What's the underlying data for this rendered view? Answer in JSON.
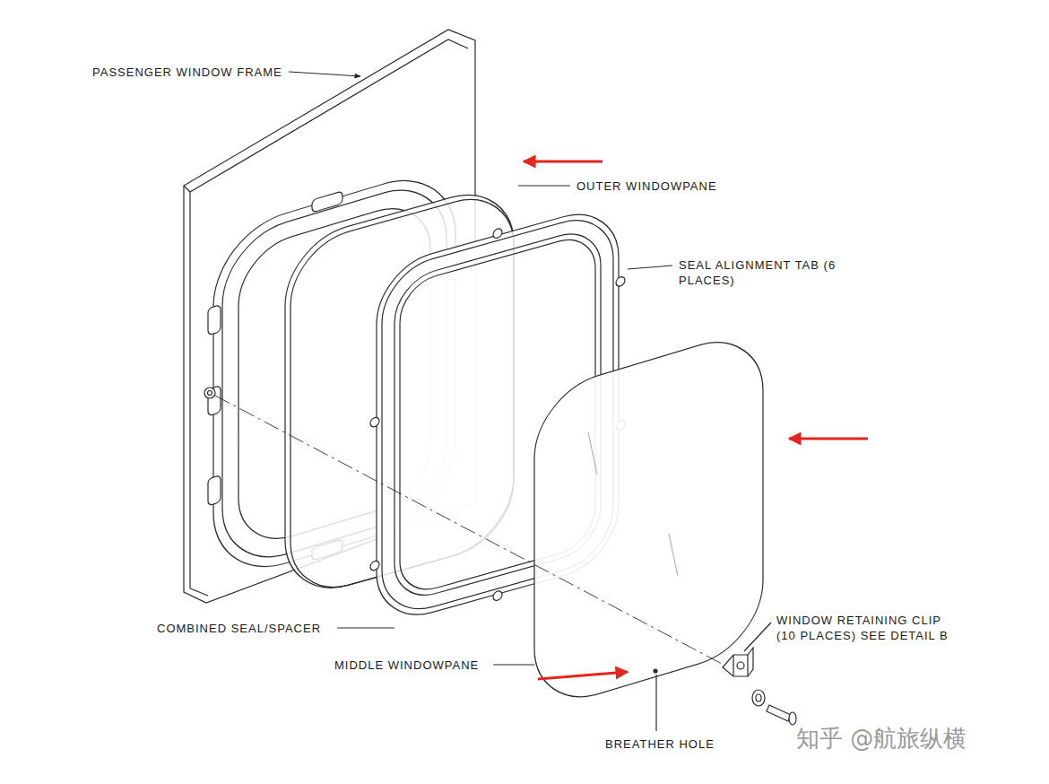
{
  "diagram": {
    "labels": [
      "PASSENGER WINDOW FRAME",
      "OUTER WINDOWPANE",
      "SEAL ALIGNMENT TAB (6 PLACES)",
      "COMBINED SEAL/SPACER",
      "MIDDLE WINDOWPANE",
      "WINDOW RETAINING CLIP (10 PLACES) SEE DETAIL B",
      "BREATHER HOLE",
      "知乎 @航旅纵横"
    ]
  }
}
